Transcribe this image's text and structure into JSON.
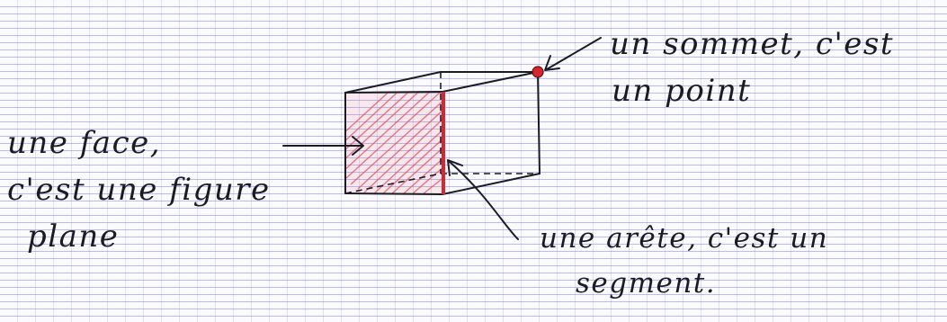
{
  "labels": {
    "sommet_line1": "un sommet, c'est",
    "sommet_line2": "un point",
    "face_line1": "une face,",
    "face_line2": "c'est une figure",
    "face_line3": "plane",
    "arete_line1": "une arête, c'est un",
    "arete_line2": "segment."
  },
  "colors": {
    "ink": "#1b1b24",
    "highlight": "#d8262f",
    "hatch": "#e0505a",
    "grid_line": "#6e6edc"
  }
}
